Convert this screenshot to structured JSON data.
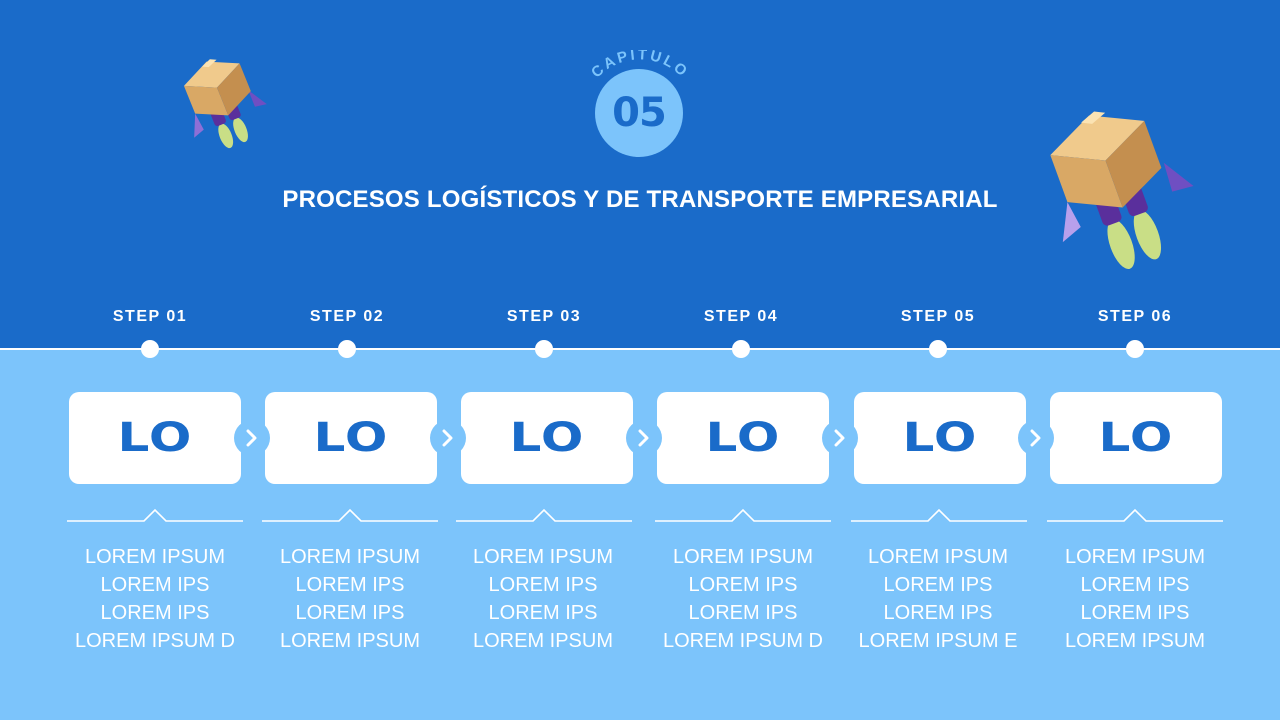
{
  "header": {
    "chapter_label": "CAPÍTULO",
    "chapter_number": "05",
    "title": "PROCESOS LOGÍSTICOS Y DE TRANSPORTE EMPRESARIAL"
  },
  "colors": {
    "primary_blue": "#1a6bc9",
    "light_blue": "#7cc4fb",
    "white": "#ffffff",
    "box_tan": "#e2b878"
  },
  "decorations": [
    "rocket-box-icon-small",
    "rocket-box-icon-large"
  ],
  "steps": [
    {
      "label": "STEP 01",
      "card": "LO",
      "lines": [
        "LOREM IPSUM",
        "LOREM IPS",
        "LOREM IPS",
        "LOREM IPSUM D"
      ]
    },
    {
      "label": "STEP 02",
      "card": "LO",
      "lines": [
        "LOREM IPSUM",
        "LOREM IPS",
        "LOREM IPS",
        "LOREM IPSUM"
      ]
    },
    {
      "label": "STEP 03",
      "card": "LO",
      "lines": [
        "LOREM IPSUM",
        "LOREM IPS",
        "LOREM IPS",
        "LOREM IPSUM"
      ]
    },
    {
      "label": "STEP 04",
      "card": "LO",
      "lines": [
        "LOREM IPSUM",
        "LOREM IPS",
        "LOREM IPS",
        "LOREM IPSUM D"
      ]
    },
    {
      "label": "STEP 05",
      "card": "LO",
      "lines": [
        "LOREM IPSUM",
        "LOREM IPS",
        "LOREM IPS",
        "LOREM IPSUM E"
      ]
    },
    {
      "label": "STEP 06",
      "card": "LO",
      "lines": [
        "LOREM IPSUM",
        "LOREM IPS",
        "LOREM IPS",
        "LOREM IPSUM"
      ]
    }
  ]
}
